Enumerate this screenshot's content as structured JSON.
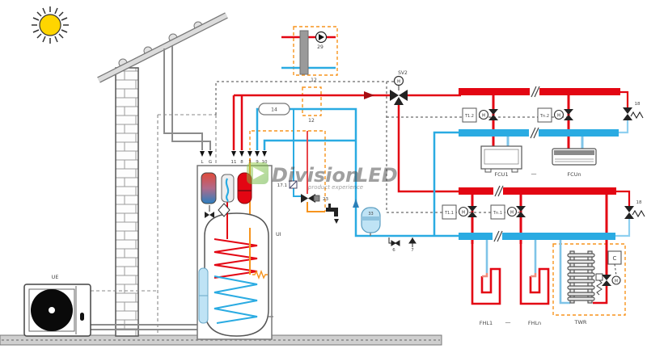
{
  "labels": {
    "ue": "UE",
    "ui": "UI",
    "sv2": "SV2",
    "pump29": "29",
    "option12a": "12",
    "option12b": "12",
    "comp14": "14",
    "comp171": "17.1",
    "comp23": "23",
    "comp33": "33",
    "comp6": "6",
    "comp7": "7",
    "valve18_zone1": "18",
    "valve18_zone2": "18",
    "t1_zone1": "T1.2",
    "tn_zone1": "Tn.2",
    "t1_zone2": "T1.1",
    "tn_zone2": "Tn.1",
    "fcu1": "FCU1",
    "fcun": "FCUn",
    "fhl1": "FHL1",
    "fhln": "FHLn",
    "twr": "TWR",
    "c_controller": "C",
    "m_motor": "M",
    "dots_fcu": "—",
    "dots_fhl": "—",
    "conn_l": "L",
    "conn_g": "G",
    "conn_11": "11",
    "conn_8": "8",
    "conn_3": "3",
    "conn_9": "9",
    "conn_10": "10"
  },
  "watermark": {
    "brand_primary": "Division",
    "brand_accent": "LED",
    "tagline": "product experience"
  },
  "colors": {
    "supply_red": "#e30613",
    "return_blue": "#2aabe2",
    "dhw_orange": "#f7941d",
    "solar_gray": "#8c8c8c",
    "sun_yellow": "#ffd500",
    "watermark_green": "#7dbf3c"
  }
}
